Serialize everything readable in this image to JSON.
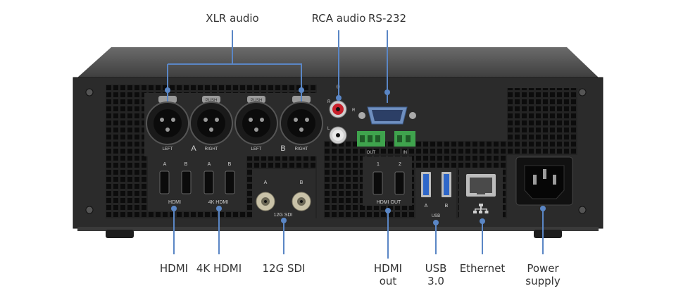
{
  "labels": {
    "xlr_audio": "XLR audio",
    "rca_audio": "RCA audio",
    "rs232": "RS-232",
    "hdmi": "HDMI",
    "hdmi_4k": "4K HDMI",
    "sdi_12g": "12G SDI",
    "hdmi_out_line1": "HDMI",
    "hdmi_out_line2": "out",
    "usb_line1": "USB",
    "usb_line2": "3.0",
    "ethernet": "Ethernet",
    "power_line1": "Power",
    "power_line2": "supply"
  },
  "panel": {
    "xlr_left_1": "LEFT",
    "xlr_a": "A",
    "xlr_right_1": "RIGHT",
    "xlr_left_2": "LEFT",
    "xlr_b": "B",
    "xlr_right_2": "RIGHT",
    "xlr_push": "PUSH",
    "rca_r": "R",
    "rca_l": "L",
    "rs_r": "R",
    "terminal_out": "OUT",
    "terminal_in": "IN",
    "hdmi_a1": "A",
    "hdmi_b1": "B",
    "hdmi_a2": "A",
    "hdmi_b2": "B",
    "hdmi_port_label": "HDMI",
    "hdmi4k_port_label": "4K HDMI",
    "sdi_a": "A",
    "sdi_b": "B",
    "sdi_port_label": "12G SDI",
    "hdmi_out_1": "1",
    "hdmi_out_2": "2",
    "hdmi_out_port_label": "HDMI OUT",
    "usb_a": "A",
    "usb_b": "B",
    "usb_port_label": "USB"
  },
  "colors": {
    "callout_line": "#5a86c5",
    "panel": "#2a2a2a",
    "usb_blue": "#2f67c9",
    "terminal_green": "#3fa34d"
  }
}
